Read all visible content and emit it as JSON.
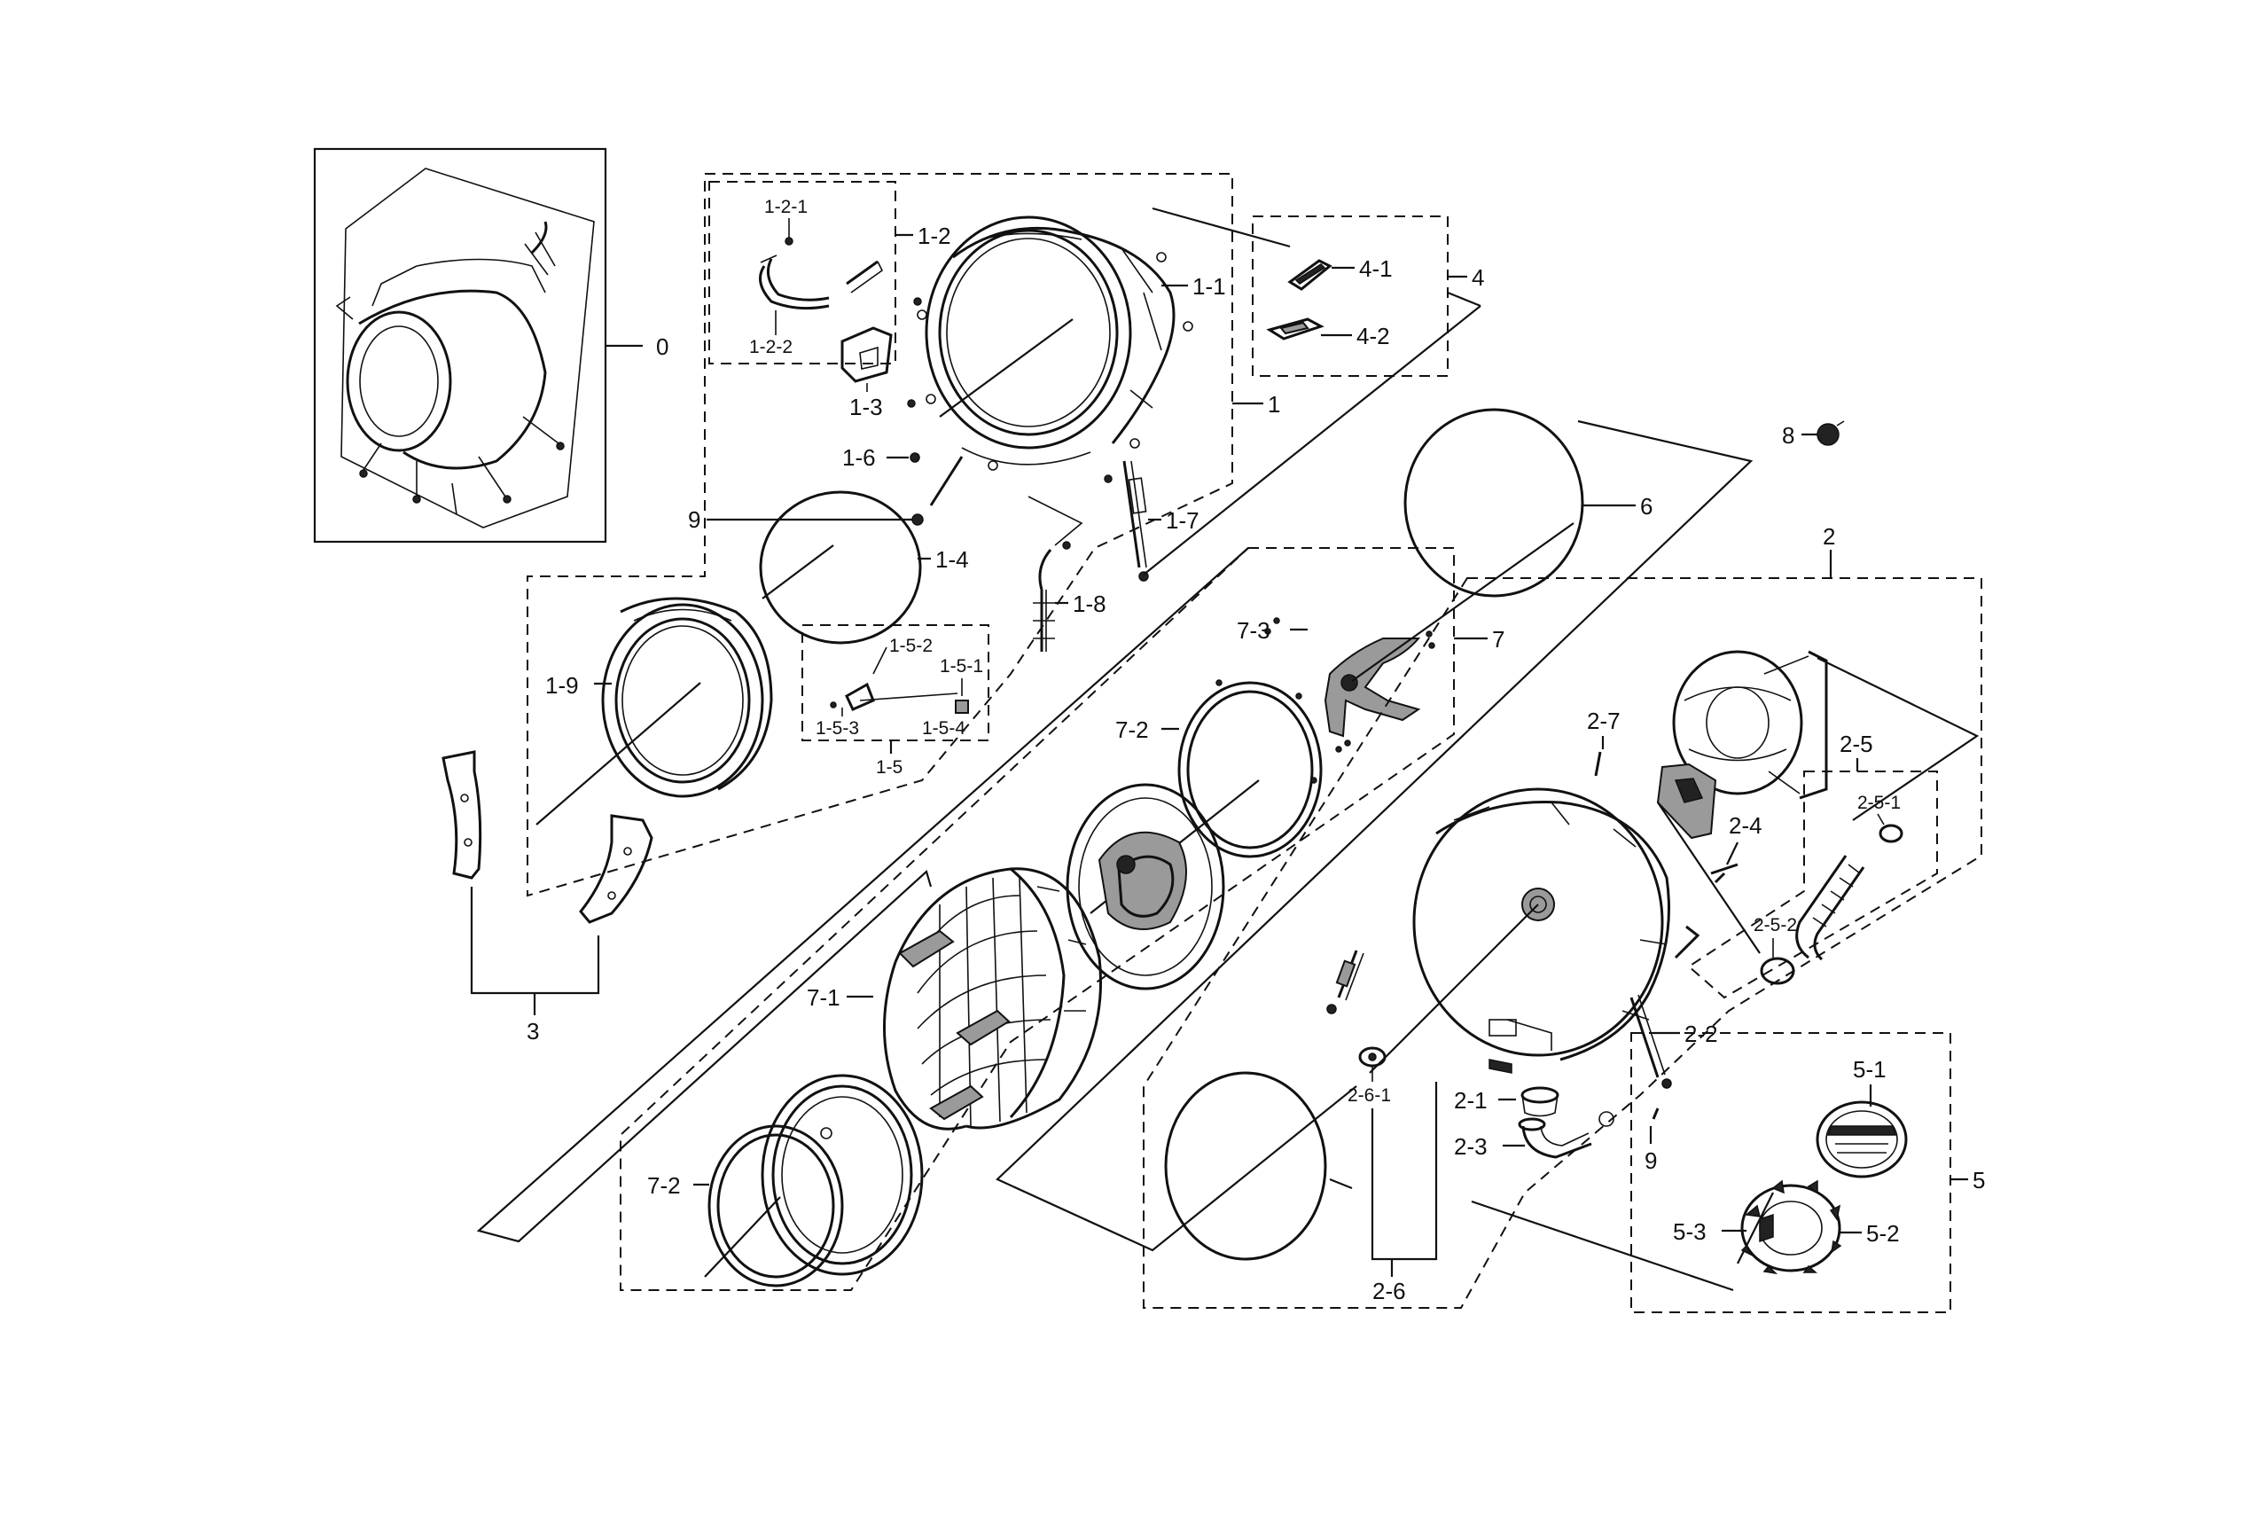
{
  "callouts": {
    "c0": "0",
    "c1": "1",
    "c1_1": "1-1",
    "c1_2": "1-2",
    "c1_2_1": "1-2-1",
    "c1_2_2": "1-2-2",
    "c1_3": "1-3",
    "c1_4": "1-4",
    "c1_5": "1-5",
    "c1_5_1": "1-5-1",
    "c1_5_2": "1-5-2",
    "c1_5_3": "1-5-3",
    "c1_5_4": "1-5-4",
    "c1_6": "1-6",
    "c1_7": "1-7",
    "c1_8": "1-8",
    "c1_9": "1-9",
    "c2": "2",
    "c2_1": "2-1",
    "c2_2": "2-2",
    "c2_3": "2-3",
    "c2_4": "2-4",
    "c2_5": "2-5",
    "c2_5_1": "2-5-1",
    "c2_5_2": "2-5-2",
    "c2_6": "2-6",
    "c2_6_1": "2-6-1",
    "c2_7": "2-7",
    "c3": "3",
    "c4": "4",
    "c4_1": "4-1",
    "c4_2": "4-2",
    "c5": "5",
    "c5_1": "5-1",
    "c5_2": "5-2",
    "c5_3": "5-3",
    "c6": "6",
    "c7": "7",
    "c7_1": "7-1",
    "c7_2a": "7-2",
    "c7_2b": "7-2",
    "c7_3": "7-3",
    "c8": "8",
    "c9a": "9",
    "c9b": "9"
  },
  "icons": {
    "tub_assembly": "tub-assembly-icon",
    "drum": "drum-icon",
    "spider": "spider-flange-icon",
    "rotor": "rotor-icon",
    "stator": "stator-icon"
  },
  "colors": {
    "line": "#111111",
    "background": "#ffffff"
  }
}
